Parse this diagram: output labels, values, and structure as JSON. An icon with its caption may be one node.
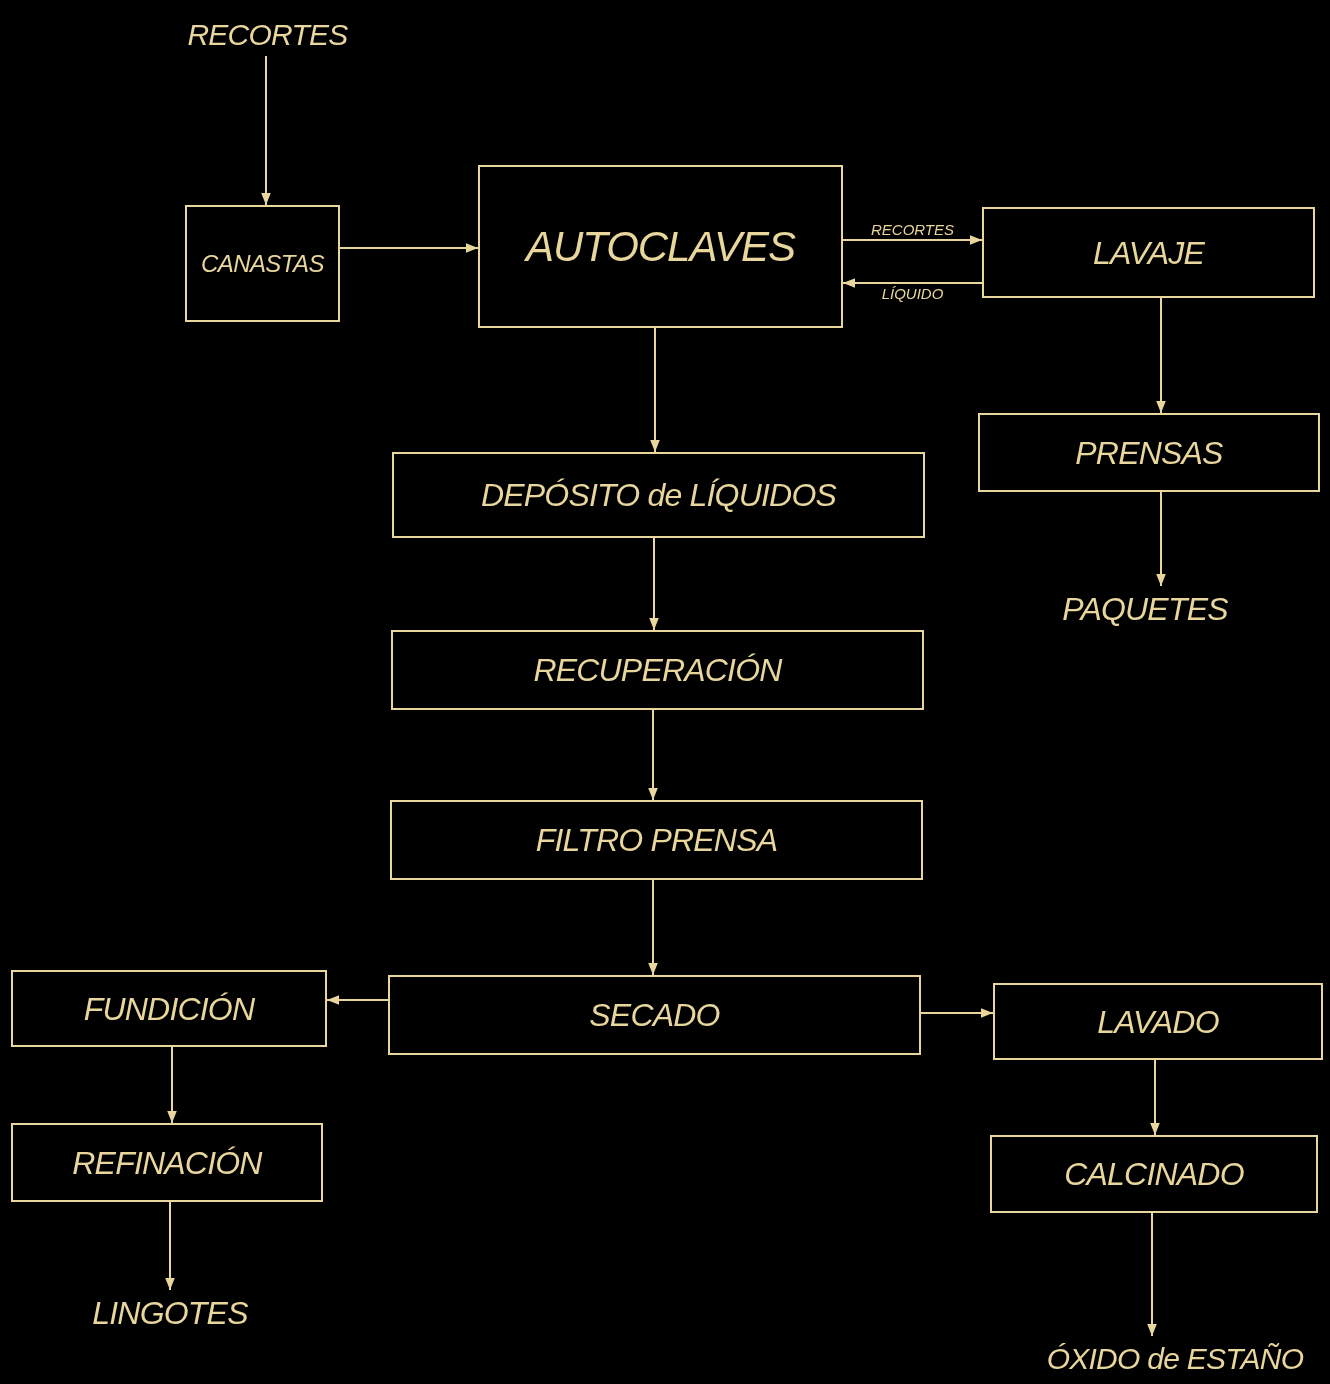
{
  "diagram": {
    "nodes": [
      {
        "text": [
          "RECORTES"
        ]
      },
      {
        "text": [
          "CANASTAS"
        ]
      },
      {
        "text": [
          "AUTOCLAVES"
        ]
      },
      {
        "text": [
          "LAVAJE"
        ]
      },
      {
        "text": [
          "DEPÓSITO de LÍQUIDOS"
        ]
      },
      {
        "text": [
          "PRENSAS"
        ]
      },
      {
        "text": [
          "PAQUETES"
        ]
      },
      {
        "text": [
          "RECUPERACIÓN"
        ]
      },
      {
        "text": [
          "FILTRO PRENSA"
        ]
      },
      {
        "text": [
          "FUNDICIÓN"
        ]
      },
      {
        "text": [
          "SECADO"
        ]
      },
      {
        "text": [
          "LAVADO"
        ]
      },
      {
        "text": [
          "REFINACIÓN"
        ]
      },
      {
        "text": [
          "CALCINADO"
        ]
      },
      {
        "text": [
          "LINGOTES"
        ]
      },
      {
        "text": [
          "ÓXIDO de ESTAÑO"
        ]
      }
    ],
    "edges": [
      {
        "from": 0,
        "to": 1,
        "arrow": "to"
      },
      {
        "from": 1,
        "to": 2,
        "arrow": "to"
      },
      {
        "from": 2,
        "to": 3,
        "arrow": "to",
        "label": "RECORTES"
      },
      {
        "from": 3,
        "to": 2,
        "arrow": "to",
        "label": "LÍQUIDO"
      },
      {
        "from": 3,
        "to": 5,
        "arrow": "to"
      },
      {
        "from": 5,
        "to": 6,
        "arrow": "to"
      },
      {
        "from": 2,
        "to": 4,
        "arrow": "to"
      },
      {
        "from": 4,
        "to": 7,
        "arrow": "to"
      },
      {
        "from": 7,
        "to": 8,
        "arrow": "to"
      },
      {
        "from": 8,
        "to": 10,
        "arrow": "to"
      },
      {
        "from": 10,
        "to": 9,
        "arrow": "to"
      },
      {
        "from": 10,
        "to": 11,
        "arrow": "to"
      },
      {
        "from": 9,
        "to": 12,
        "arrow": "to"
      },
      {
        "from": 12,
        "to": 14,
        "arrow": "to"
      },
      {
        "from": 11,
        "to": 13,
        "arrow": "to"
      },
      {
        "from": 13,
        "to": 15,
        "arrow": "to"
      }
    ]
  }
}
